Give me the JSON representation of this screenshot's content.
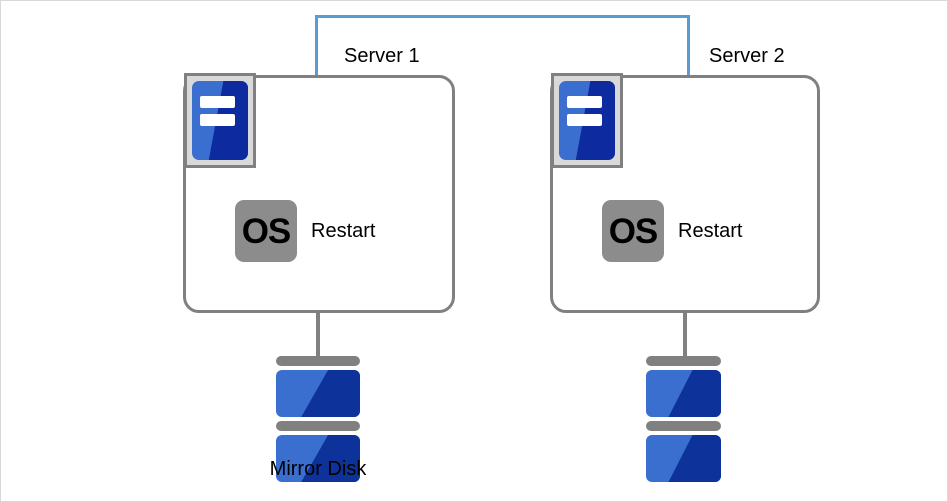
{
  "diagram": {
    "title": "",
    "colors": {
      "interconnect": "#5b9bd5",
      "box_border": "#808080",
      "icon_blue_light": "#3a6fd0",
      "icon_blue_dark": "#0d2b9e",
      "os_badge_gray": "#8c8c8c",
      "disk_gray": "#808080",
      "background": "#ffffff"
    },
    "servers": [
      {
        "name": "server-1",
        "label": "Server 1",
        "machine_icon": "server-icon",
        "os_badge_text": "OS",
        "status_label": "Restart",
        "disk": {
          "icon": "disk-icon",
          "label": "Mirror Disk",
          "slabs": 2
        }
      },
      {
        "name": "server-2",
        "label": "Server 2",
        "machine_icon": "server-icon",
        "os_badge_text": "OS",
        "status_label": "Restart",
        "disk": {
          "icon": "disk-icon",
          "label": "",
          "slabs": 2
        }
      }
    ],
    "interconnect": {
      "name": "interconnect-link",
      "label": ""
    }
  }
}
